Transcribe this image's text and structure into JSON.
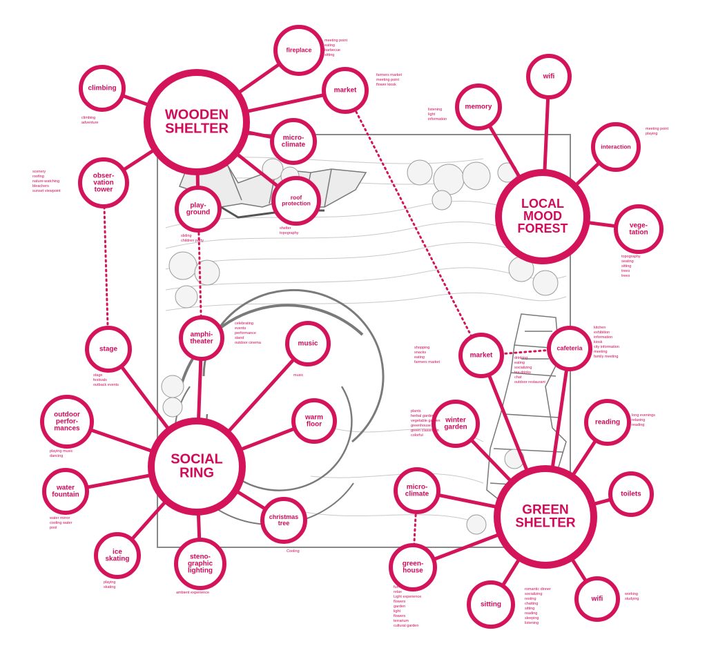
{
  "accent_color": "#d4145a",
  "plan_color": "#8a8a8a",
  "hubs": [
    {
      "id": "wooden",
      "label": [
        "WOODEN",
        "SHELTER"
      ]
    },
    {
      "id": "local",
      "label": [
        "LOCAL",
        "MOOD",
        "FOREST"
      ]
    },
    {
      "id": "social",
      "label": [
        "SOCIAL",
        "RING"
      ]
    },
    {
      "id": "green",
      "label": [
        "GREEN",
        "SHELTER"
      ]
    }
  ],
  "nodes": [
    {
      "id": "fireplace",
      "hub": "wooden",
      "label": [
        "fireplace"
      ]
    },
    {
      "id": "climbing",
      "hub": "wooden",
      "label": [
        "climbing"
      ]
    },
    {
      "id": "market_top",
      "hub": "wooden",
      "label": [
        "market"
      ]
    },
    {
      "id": "microclimate_top",
      "hub": "wooden",
      "label": [
        "micro-",
        "climate"
      ]
    },
    {
      "id": "observation",
      "hub": "wooden",
      "label": [
        "obser-",
        "vation",
        "tower"
      ]
    },
    {
      "id": "playground",
      "hub": "wooden",
      "label": [
        "play-",
        "ground"
      ]
    },
    {
      "id": "roof",
      "hub": "wooden",
      "label": [
        "roof",
        "protection"
      ]
    },
    {
      "id": "memory",
      "hub": "local",
      "label": [
        "memory"
      ]
    },
    {
      "id": "wifi_top",
      "hub": "local",
      "label": [
        "wifi"
      ]
    },
    {
      "id": "interaction",
      "hub": "local",
      "label": [
        "interaction"
      ]
    },
    {
      "id": "vegetation",
      "hub": "local",
      "label": [
        "vege-",
        "tation"
      ]
    },
    {
      "id": "stage",
      "hub": "social",
      "label": [
        "stage"
      ]
    },
    {
      "id": "amphitheater",
      "hub": "social",
      "label": [
        "amphi-",
        "theater"
      ]
    },
    {
      "id": "music",
      "hub": "social",
      "label": [
        "music"
      ]
    },
    {
      "id": "warmfloor",
      "hub": "social",
      "label": [
        "warm",
        "floor"
      ]
    },
    {
      "id": "outdoor",
      "hub": "social",
      "label": [
        "outdoor",
        "perfor-",
        "mances"
      ]
    },
    {
      "id": "fountain",
      "hub": "social",
      "label": [
        "water",
        "fountain"
      ]
    },
    {
      "id": "christmas",
      "hub": "social",
      "label": [
        "christmas",
        "tree"
      ]
    },
    {
      "id": "ice",
      "hub": "social",
      "label": [
        "ice",
        "skating"
      ]
    },
    {
      "id": "steno",
      "hub": "social",
      "label": [
        "steno-",
        "graphic",
        "lighting"
      ]
    },
    {
      "id": "market_mid",
      "hub": "green",
      "label": [
        "market"
      ]
    },
    {
      "id": "cafeteria",
      "hub": "green",
      "label": [
        "cafeteria"
      ]
    },
    {
      "id": "winter",
      "hub": "green",
      "label": [
        "winter",
        "garden"
      ]
    },
    {
      "id": "reading",
      "hub": "green",
      "label": [
        "reading"
      ]
    },
    {
      "id": "microclimate_bot",
      "hub": "green",
      "label": [
        "micro-",
        "climate"
      ]
    },
    {
      "id": "toilets",
      "hub": "green",
      "label": [
        "toilets"
      ]
    },
    {
      "id": "greenhouse",
      "hub": "green",
      "label": [
        "green-",
        "house"
      ]
    },
    {
      "id": "sitting",
      "hub": "green",
      "label": [
        "sitting"
      ]
    },
    {
      "id": "wifi_bot",
      "hub": "green",
      "label": [
        "wifi"
      ]
    }
  ],
  "dotted_links": [
    [
      "market_top",
      "market_mid"
    ],
    [
      "observation",
      "stage"
    ],
    [
      "playground",
      "amphitheater"
    ],
    [
      "market_mid",
      "cafeteria"
    ],
    [
      "microclimate_bot",
      "greenhouse"
    ]
  ],
  "notes": [
    {
      "node": "fireplace",
      "lines": [
        "meeting point",
        "eating",
        "barbecue",
        "sitting"
      ]
    },
    {
      "node": "market_top",
      "lines": [
        "farmers market",
        "meeting point",
        "flower kiosk"
      ]
    },
    {
      "node": "climbing",
      "lines": [
        "climbing",
        "adventure"
      ]
    },
    {
      "node": "observation",
      "lines": [
        "scenery",
        "roofing",
        "nature-watching",
        "bleachers",
        "sunset viewpoint"
      ]
    },
    {
      "node": "roof",
      "lines": [
        "shelter",
        "topography"
      ]
    },
    {
      "node": "playground",
      "lines": [
        "sliding",
        "children party"
      ]
    },
    {
      "node": "memory",
      "lines": [
        "listening",
        "light",
        "information"
      ]
    },
    {
      "node": "interaction",
      "lines": [
        "meeting point",
        "playing"
      ]
    },
    {
      "node": "vegetation",
      "lines": [
        "topography",
        "seating",
        "sitting",
        "trees",
        "trees"
      ]
    },
    {
      "node": "amphitheater",
      "lines": [
        "celebrating",
        "events",
        "performance",
        "stand",
        "outdoor cinema"
      ]
    },
    {
      "node": "music",
      "lines": [
        "music"
      ]
    },
    {
      "node": "stage",
      "lines": [
        "stage",
        "festivals",
        "outback events"
      ]
    },
    {
      "node": "outdoor",
      "lines": [
        "playing music",
        "dancing"
      ]
    },
    {
      "node": "fountain",
      "lines": [
        "water mirror",
        "cooling water",
        "pool"
      ]
    },
    {
      "node": "christmas",
      "lines": [
        "Cooling"
      ]
    },
    {
      "node": "ice",
      "lines": [
        "playing",
        "skating"
      ]
    },
    {
      "node": "steno",
      "lines": [
        "ambient experience"
      ]
    },
    {
      "node": "market_mid",
      "lines": [
        "shopping",
        "snacks",
        "eating",
        "farmers market"
      ]
    },
    {
      "node": "cafeteria",
      "lines": [
        "kitchen",
        "exhibition",
        "information",
        "kiosk",
        "city information",
        "meeting",
        "family meeting"
      ]
    },
    {
      "node": "cafeteria_inner",
      "lines": [
        "drinking",
        "eating",
        "socializing",
        "tea drinks",
        "chat",
        "outdoor restaurant"
      ]
    },
    {
      "node": "winter",
      "lines": [
        "plants",
        "herbal garden",
        "vegetable garden",
        "greenhouse",
        "green classroom",
        "colorful"
      ]
    },
    {
      "node": "reading",
      "lines": [
        "long evenings",
        "relaxing",
        "reading"
      ]
    },
    {
      "node": "greenhouse",
      "lines": [
        "fun",
        "relax",
        "Light experience",
        "flowers",
        "garden",
        "light",
        "flowers",
        "terrarium",
        "cultural garden"
      ]
    },
    {
      "node": "sitting",
      "lines": [
        "romantic dinner",
        "socializing",
        "resting",
        "chatting",
        "sitting",
        "reading",
        "sleeping",
        "listening"
      ]
    },
    {
      "node": "wifi_bot",
      "lines": [
        "working",
        "studying"
      ]
    }
  ]
}
